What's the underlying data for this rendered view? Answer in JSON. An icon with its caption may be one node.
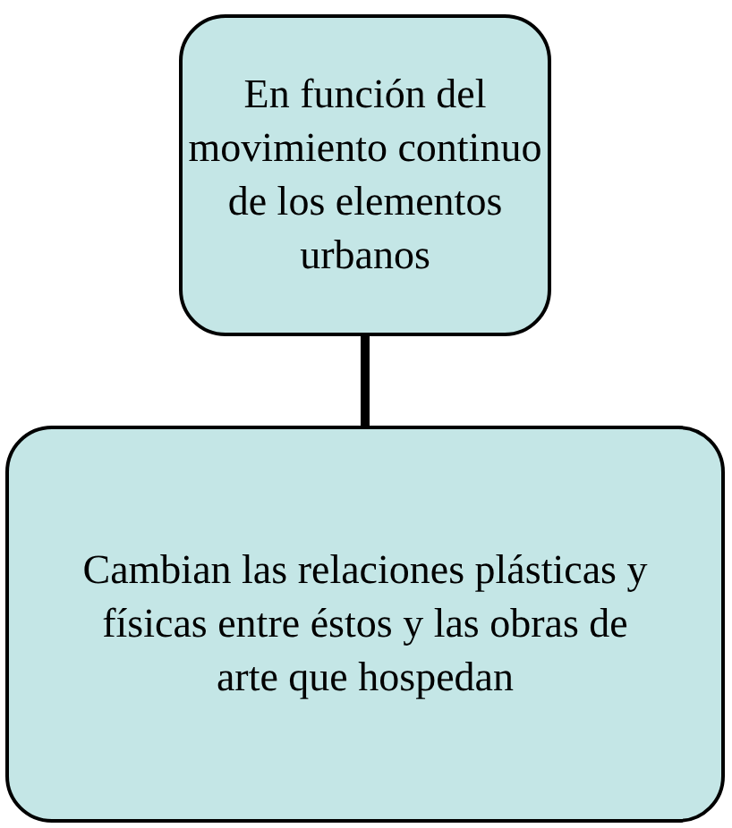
{
  "diagram": {
    "nodes": [
      {
        "text": [
          "En función del movimiento continuo de los elementos urbanos"
        ]
      },
      {
        "text": [
          "Cambian las relaciones plásticas y físicas entre éstos y las obras de arte que hospedan"
        ]
      }
    ],
    "edges": [
      {
        "from": 0,
        "to": 1,
        "arrow": "none"
      }
    ]
  }
}
